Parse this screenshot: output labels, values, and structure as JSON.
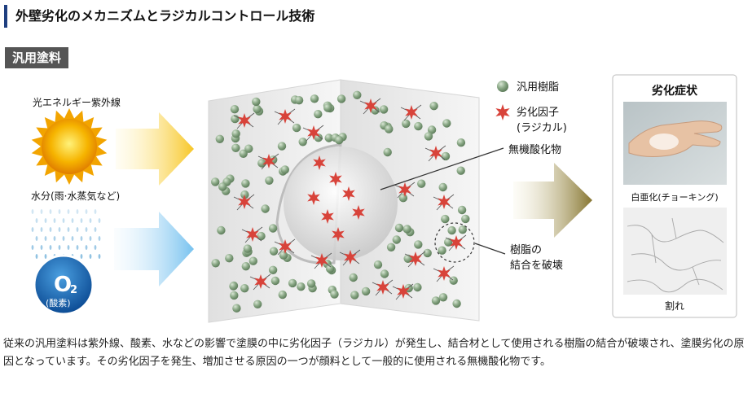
{
  "header": {
    "title": "外壁劣化のメカニズムとラジカルコントロール技術"
  },
  "badge": {
    "label": "汎用塗料"
  },
  "diagram": {
    "uv_label": "光エネルギー紫外線",
    "water_label": "水分(雨·水蒸気など)",
    "oxygen_symbol": "O",
    "oxygen_sub": "2",
    "oxygen_label": "(酸素)",
    "legend_resin": "汎用樹脂",
    "legend_radical_line1": "劣化因子",
    "legend_radical_line2": "(ラジカル)",
    "callout_pigment": "無機酸化物",
    "callout_break_line1": "樹脂の",
    "callout_break_line2": "結合を破壊",
    "symptoms_title": "劣化症状",
    "symptom1_label": "白亜化(チョーキング)",
    "symptom2_label": "割れ"
  },
  "colors": {
    "accent": "#1f3f80",
    "badge": "#555555",
    "resin": "#8fae8d",
    "radical": "#d8433a",
    "arrow_dark": "#8a7a2e"
  },
  "description": "従来の汎用塗料は紫外線、酸素、水などの影響で塗膜の中に劣化因子（ラジカル）が発生し、結合材として使用される樹脂の結合が破壊され、塗膜劣化の原因となっています。その劣化因子を発生、増加させる原因の一つが顔料として一般的に使用される無機酸化物です。"
}
